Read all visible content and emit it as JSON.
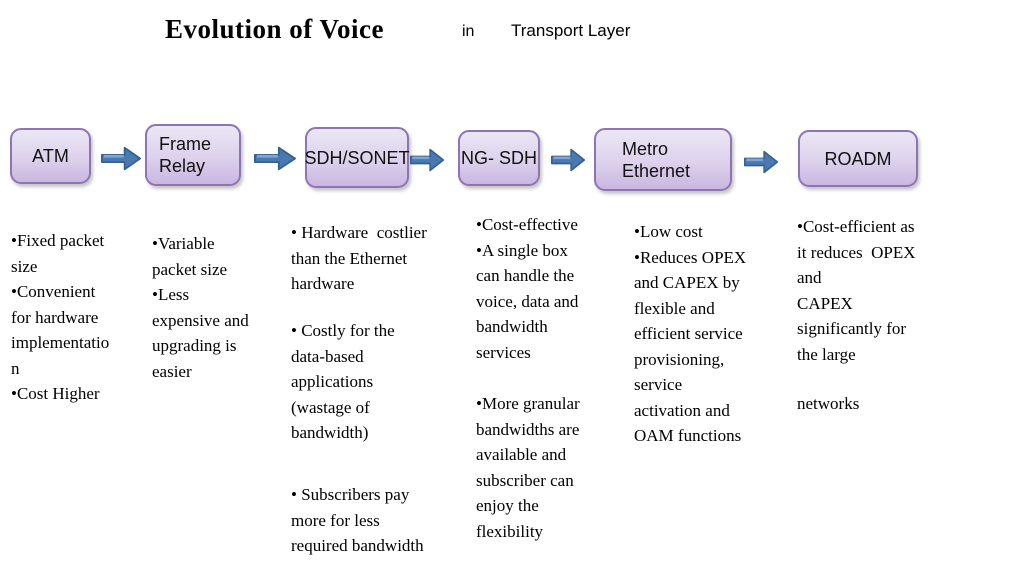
{
  "title": {
    "main": "Evolution of Voice",
    "connector": "in",
    "sub": "Transport Layer"
  },
  "flow": {
    "nodes": [
      {
        "label": "ATM"
      },
      {
        "label": "Frame Relay"
      },
      {
        "label": "SDH/SONET"
      },
      {
        "label": "NG- SDH"
      },
      {
        "label": "Metro Ethernet"
      },
      {
        "label": "ROADM"
      }
    ],
    "arrow_color": "#4a79b2",
    "arrow_border": "#35608f",
    "node_fill_top": "#ebe7f5",
    "node_fill_bottom": "#c9b7e1",
    "node_border": "#8d74b5"
  },
  "columns": [
    {
      "node": "ATM",
      "paragraphs": [
        [
          "•Fixed packet",
          "size",
          "•Convenient",
          "for hardware",
          "implementatio",
          "n",
          "•Cost Higher"
        ]
      ]
    },
    {
      "node": "Frame Relay",
      "paragraphs": [
        [
          "•Variable",
          "packet size",
          "•Less",
          "expensive and",
          "upgrading is",
          "easier"
        ]
      ]
    },
    {
      "node": "SDH/SONET",
      "paragraphs": [
        [
          "• Hardware  costlier",
          "than the Ethernet",
          "hardware"
        ],
        [
          "• Costly for the",
          "data-based",
          "applications",
          "(wastage of",
          "bandwidth)"
        ],
        [
          "• Subscribers pay",
          "more for less",
          "required bandwidth"
        ]
      ]
    },
    {
      "node": "NG- SDH",
      "paragraphs": [
        [
          "•Cost-effective",
          "•A single box",
          "can handle the",
          "voice, data and",
          "bandwidth",
          "services"
        ],
        [
          "•More granular",
          "bandwidths are",
          "available and",
          "subscriber can",
          "enjoy the",
          "flexibility"
        ]
      ]
    },
    {
      "node": "Metro Ethernet",
      "paragraphs": [
        [
          "•Low cost",
          "•Reduces OPEX",
          "and CAPEX by",
          "flexible and",
          "efficient service",
          "provisioning,",
          "service",
          "activation and",
          "OAM functions"
        ]
      ]
    },
    {
      "node": "ROADM",
      "paragraphs": [
        [
          "•Cost-efficient as",
          "it reduces  OPEX",
          "and",
          "CAPEX",
          "significantly for",
          "the large"
        ],
        [
          "networks"
        ]
      ]
    }
  ]
}
